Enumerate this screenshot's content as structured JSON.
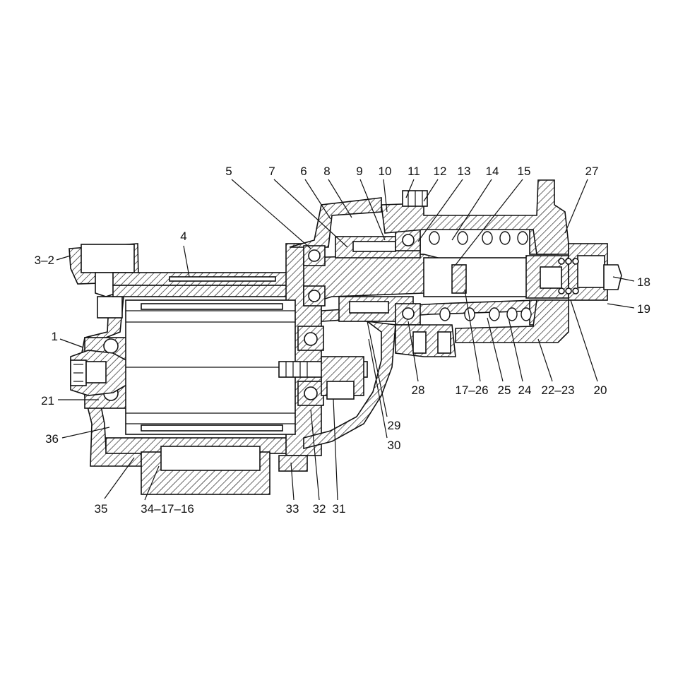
{
  "figure": {
    "part_labels": [
      {
        "id": "p1",
        "text": "1"
      },
      {
        "id": "p3_2",
        "text": "3–2"
      },
      {
        "id": "p4",
        "text": "4"
      },
      {
        "id": "p5",
        "text": "5"
      },
      {
        "id": "p6",
        "text": "6"
      },
      {
        "id": "p7",
        "text": "7"
      },
      {
        "id": "p8",
        "text": "8"
      },
      {
        "id": "p9",
        "text": "9"
      },
      {
        "id": "p10",
        "text": "10"
      },
      {
        "id": "p11",
        "text": "11"
      },
      {
        "id": "p12",
        "text": "12"
      },
      {
        "id": "p13",
        "text": "13"
      },
      {
        "id": "p14",
        "text": "14"
      },
      {
        "id": "p15",
        "text": "15"
      },
      {
        "id": "p27",
        "text": "27"
      },
      {
        "id": "p18",
        "text": "18"
      },
      {
        "id": "p19",
        "text": "19"
      },
      {
        "id": "p20",
        "text": "20"
      },
      {
        "id": "p22_23",
        "text": "22–23"
      },
      {
        "id": "p24",
        "text": "24"
      },
      {
        "id": "p25",
        "text": "25"
      },
      {
        "id": "p17_26",
        "text": "17–26"
      },
      {
        "id": "p28",
        "text": "28"
      },
      {
        "id": "p29",
        "text": "29"
      },
      {
        "id": "p30",
        "text": "30"
      },
      {
        "id": "p31",
        "text": "31"
      },
      {
        "id": "p32",
        "text": "32"
      },
      {
        "id": "p33",
        "text": "33"
      },
      {
        "id": "p21",
        "text": "21"
      },
      {
        "id": "p36",
        "text": "36"
      },
      {
        "id": "p35",
        "text": "35"
      },
      {
        "id": "p34_17_16",
        "text": "34–17–16"
      }
    ]
  }
}
